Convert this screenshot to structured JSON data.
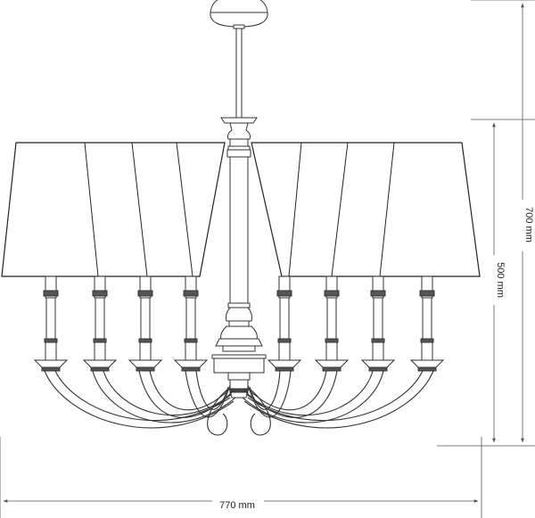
{
  "dimensions": {
    "width_label": "770 mm",
    "height_total_label": "700 mm",
    "height_body_label": "500 mm"
  }
}
